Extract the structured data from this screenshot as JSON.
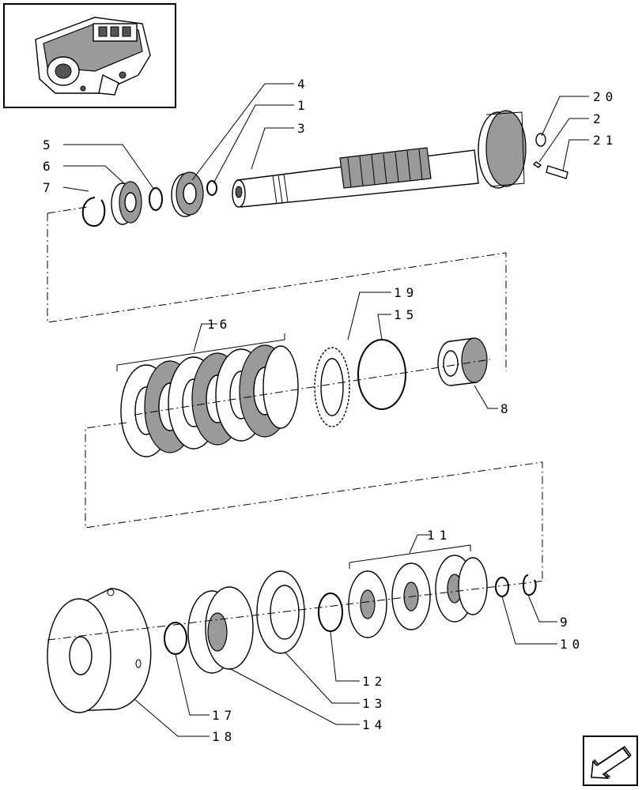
{
  "callouts": {
    "c1": "1",
    "c2": "2",
    "c3": "3",
    "c4": "4",
    "c5": "5",
    "c6": "6",
    "c7": "7",
    "c8": "8",
    "c9": "9",
    "c10": "10",
    "c11": "11",
    "c12": "12",
    "c13": "13",
    "c14": "14",
    "c15": "15",
    "c16": "16",
    "c17": "17",
    "c18": "18",
    "c19": "19",
    "c20": "20",
    "c21": "21"
  },
  "icons": {
    "thumbnail": "transmission-housing-thumbnail",
    "nav": "previous-page-arrow-icon"
  }
}
